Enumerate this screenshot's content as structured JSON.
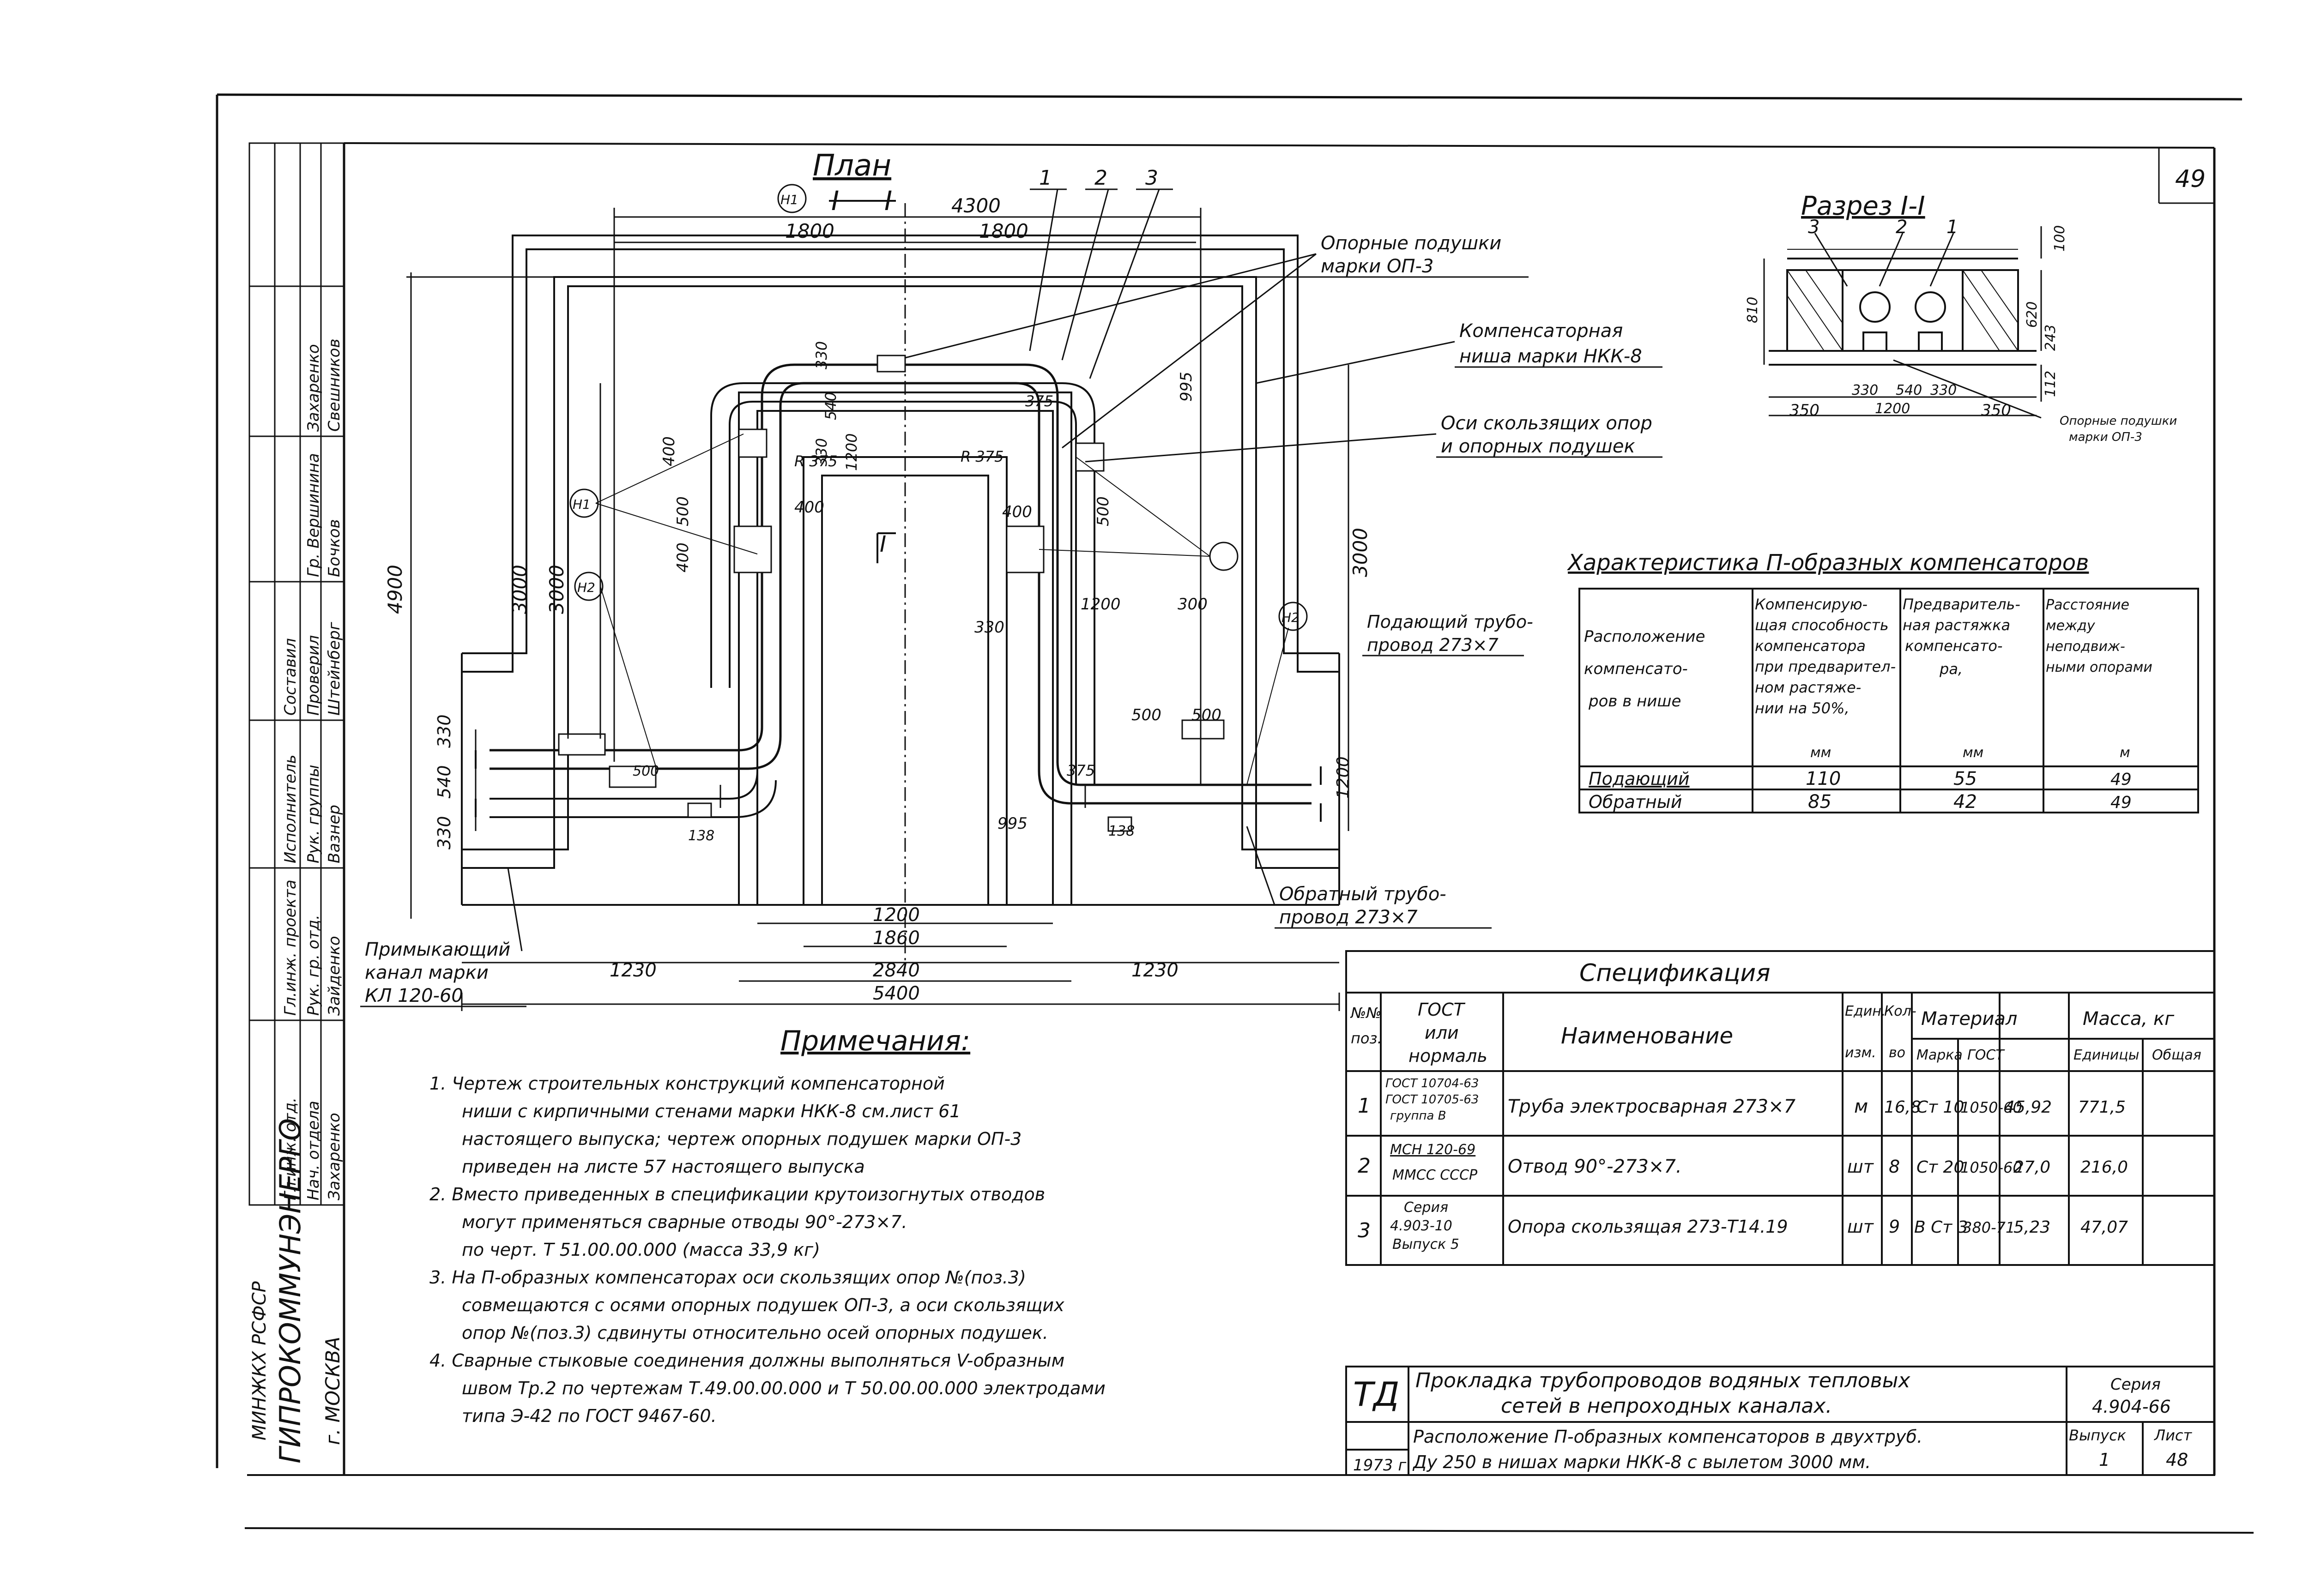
{
  "sheet_no": "49",
  "plan": {
    "title": "План",
    "section_mark": "I",
    "callouts": [
      "1",
      "2",
      "3"
    ],
    "dims": {
      "d4300": "4300",
      "d1800a": "1800",
      "d1800b": "1800",
      "d4900": "4900",
      "d3000a": "3000",
      "d3000b": "3000",
      "d3000c": "3000",
      "d330a": "330",
      "d540a": "540",
      "d330b": "330",
      "d1200a": "1200",
      "d1200b": "1200",
      "d1860": "1860",
      "d2840": "2840",
      "d5400": "5400",
      "d1230a": "1230",
      "d1230b": "1230",
      "d400a": "400",
      "d400b": "400",
      "d400c": "400",
      "d500a": "500",
      "d500b": "500",
      "d995a": "995",
      "d995b": "995",
      "d375a": "375",
      "d375b": "375",
      "r375a": "R 375",
      "r375b": "R 375",
      "d138a": "138",
      "d138b": "138",
      "d300": "300",
      "d1200c": "1200",
      "d330c": "330",
      "d540b": "540",
      "d500c": "500"
    },
    "marks": {
      "n1": "Н1",
      "n2a": "Н2",
      "n2b": "Н2"
    },
    "labels": {
      "supports_pads_1": "Опорные подушки",
      "supports_pads_2": "марки ОП-3",
      "niche_1": "Компенсаторная",
      "niche_2": "ниша марки НКК-8",
      "axes_1": "Оси скользящих опор",
      "axes_2": "и опорных подушек",
      "supply_1": "Подающий трубо-",
      "supply_2": "провод 273×7",
      "return_1": "Обратный трубо-",
      "return_2": "провод 273×7",
      "channel_1": "Примыкающий",
      "channel_2": "канал марки",
      "channel_3": "КЛ 120-60"
    }
  },
  "section": {
    "title": "Разрез I-I",
    "callouts": [
      "3",
      "2",
      "1"
    ],
    "dims": {
      "h100": "100",
      "h810": "810",
      "h620": "620",
      "h243": "243",
      "h112": "112",
      "w350a": "350",
      "w330a": "330",
      "w540": "540",
      "w330b": "330",
      "w1200": "1200",
      "w350b": "350"
    },
    "note_1": "Опорные подушки",
    "note_2": "марки ОП-3"
  },
  "characteristics": {
    "title": "Характеристика П-образных компенсаторов",
    "headers": [
      [
        "Расположение",
        "компенсато-",
        "ров в нише"
      ],
      [
        "Компенсирую-",
        "щая способность",
        "компенсатора",
        "при предварител-",
        "ном растяже-",
        "нии на 50%,",
        "мм"
      ],
      [
        "Предваритель-",
        "ная растяжка",
        "компенсато-",
        "ра,",
        "мм"
      ],
      [
        "Расстояние",
        "между",
        "неподвиж-",
        "ными опорами",
        "м"
      ]
    ],
    "rows": [
      [
        "Подающий",
        "110",
        "55",
        "49"
      ],
      [
        "Обратный",
        "85",
        "42",
        "49"
      ]
    ]
  },
  "specification": {
    "title": "Спецификация",
    "headers": {
      "no": [
        "№№",
        "поз."
      ],
      "gost": [
        "ГОСТ",
        "или",
        "нормаль"
      ],
      "name": "Наименование",
      "unit": [
        "Един.",
        "изм."
      ],
      "qty": [
        "Кол-",
        "во"
      ],
      "material": "Материал",
      "mark": "Марка",
      "gost2": "ГОСТ",
      "mass": "Масса, кг",
      "mass_unit": "Единицы",
      "mass_total": "Общая"
    },
    "rows": [
      {
        "no": "1",
        "gost": [
          "ГОСТ 10704-63",
          "ГОСТ 10705-63",
          "группа В"
        ],
        "name": "Труба электросварная 273×7",
        "unit": "м",
        "qty": "16,8",
        "mark": "Ст 10",
        "gost2": "1050-60",
        "m1": "45,92",
        "m2": "771,5"
      },
      {
        "no": "2",
        "gost": [
          "МСН 120-69",
          "ММСС СССР"
        ],
        "name": "Отвод 90°-273×7.",
        "unit": "шт",
        "qty": "8",
        "mark": "Ст 20",
        "gost2": "1050-60",
        "m1": "27,0",
        "m2": "216,0"
      },
      {
        "no": "3",
        "gost": [
          "Серия",
          "4.903-10",
          "Выпуск 5"
        ],
        "name": "Опора скользящая 273-Т14.19",
        "unit": "шт",
        "qty": "9",
        "mark": "В Ст 3",
        "gost2": "380-71",
        "m1": "5,23",
        "m2": "47,07"
      }
    ]
  },
  "notes": {
    "title": "Примечания:",
    "lines": [
      "1. Чертеж строительных конструкций компенсаторной",
      "ниши с кирпичными стенами марки НКК-8 см.лист 61",
      "настоящего выпуска; чертеж опорных подушек марки ОП-3",
      "приведен на листе 57 настоящего выпуска",
      "2. Вместо приведенных в спецификации крутоизогнутых отводов",
      "могут применяться сварные отводы 90°-273×7.",
      "по черт. Т 51.00.00.000 (масса 33,9 кг)",
      "3. На П-образных компенсаторах оси скользящих опор №(поз.3)",
      "совмещаются с осями опорных подушек ОП-3, а оси скользящих",
      "опор №(поз.3) сдвинуты относительно осей опорных подушек.",
      "4. Сварные стыковые соединения должны выполняться V-образным",
      "швом Тр.2 по чертежам Т.49.00.00.000 и Т 50.00.00.000 электродами",
      "типа Э-42 по ГОСТ 9467-60."
    ]
  },
  "title_block": {
    "code": "ТД",
    "title_1": "Прокладка трубопроводов водяных тепловых",
    "title_2": "сетей в непроходных каналах.",
    "sub_1": "Расположение П-образных компенсаторов в двухтруб.",
    "sub_2": "Ду 250 в нишах марки НКК-8 с вылетом 3000 мм.",
    "year": "1973 г",
    "series_label": "Серия",
    "series": "4.904-66",
    "issue_label": "Выпуск",
    "issue": "1",
    "sheet_label": "Лист",
    "sheet": "48"
  },
  "side_stamp": {
    "org_1": "МИНЖКХ РСФСР",
    "org_2": "ГИПРОКОММУНЭНЕРГО",
    "city": "г. МОСКВА",
    "roles": [
      "Нач. отдела",
      "Гл.инж. отд.",
      "Рук. гр. отд.",
      "Гл.инж. проекта",
      "Рук. группы",
      "Исполнитель",
      "Проверил",
      "Составил"
    ],
    "names": [
      "Захаренко",
      "Зайденко",
      "Вазнер",
      "Штейнберг",
      "Бочков",
      "Гр. Вершинина",
      "Свешников",
      "Захаренко"
    ]
  }
}
